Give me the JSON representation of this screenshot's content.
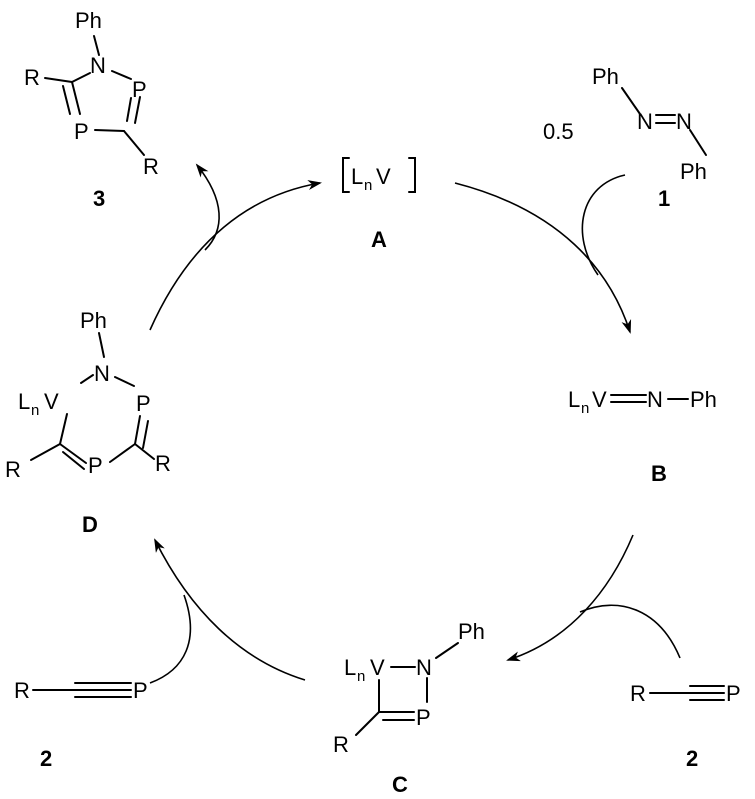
{
  "atoms": {
    "ph": "Ph",
    "r": "R",
    "p": "P",
    "n": "N",
    "v": "V",
    "l": "L",
    "n_sub": "n"
  },
  "labels": {
    "A": "A",
    "B": "B",
    "C": "C",
    "D": "D",
    "one": "1",
    "two": "2",
    "three": "3"
  },
  "stoich": "0.5"
}
